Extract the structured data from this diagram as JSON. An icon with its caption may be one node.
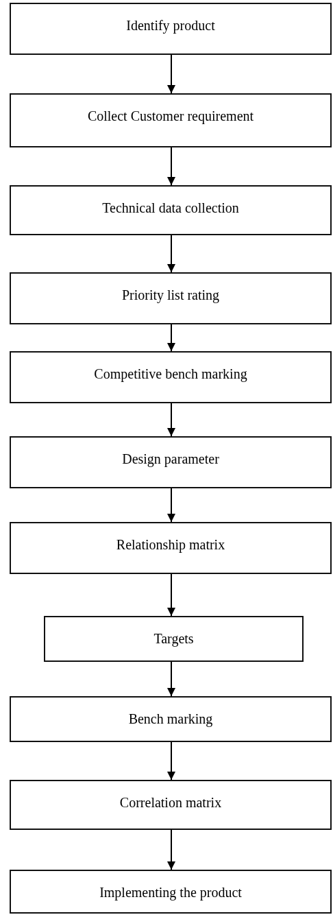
{
  "diagram": {
    "nodes": [
      {
        "text": [
          "Identify product"
        ]
      },
      {
        "text": [
          "Collect Customer requirement"
        ]
      },
      {
        "text": [
          "Technical data collection"
        ]
      },
      {
        "text": [
          "Priority list rating"
        ]
      },
      {
        "text": [
          "Competitive bench marking"
        ]
      },
      {
        "text": [
          "Design parameter"
        ]
      },
      {
        "text": [
          "Relationship matrix"
        ]
      },
      {
        "text": [
          "Targets"
        ]
      },
      {
        "text": [
          "Bench marking"
        ]
      },
      {
        "text": [
          "Correlation matrix"
        ]
      },
      {
        "text": [
          "Implementing the product"
        ]
      }
    ],
    "edges": [
      {
        "from": 0,
        "to": 1,
        "arrow": "to"
      },
      {
        "from": 1,
        "to": 2,
        "arrow": "to"
      },
      {
        "from": 2,
        "to": 3,
        "arrow": "to"
      },
      {
        "from": 3,
        "to": 4,
        "arrow": "to"
      },
      {
        "from": 4,
        "to": 5,
        "arrow": "to"
      },
      {
        "from": 5,
        "to": 6,
        "arrow": "to"
      },
      {
        "from": 6,
        "to": 7,
        "arrow": "to"
      },
      {
        "from": 7,
        "to": 8,
        "arrow": "to"
      },
      {
        "from": 8,
        "to": 9,
        "arrow": "to"
      },
      {
        "from": 9,
        "to": 10,
        "arrow": "to"
      }
    ]
  }
}
